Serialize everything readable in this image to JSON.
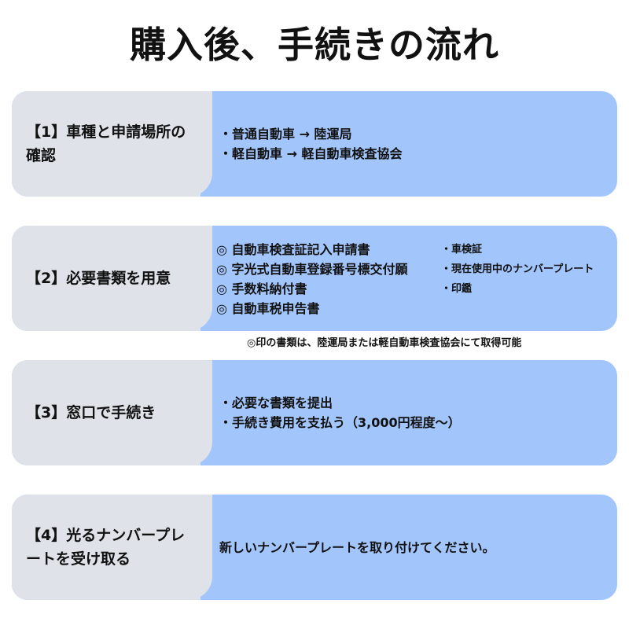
{
  "title": "購入後、手続きの流れ",
  "steps": [
    {
      "label": "【1】車種と申請場所の確認",
      "items": [
        "・普通自動車 → 陸運局",
        "・軽自動車 → 軽自動車検査協会"
      ]
    },
    {
      "label": "【2】必要書類を用意",
      "documents": [
        "◎ 自動車検査証記入申請書",
        "◎ 字光式自動車登録番号標交付願",
        "◎ 手数料納付書",
        "◎ 自動車税申告書"
      ],
      "items_right": [
        "・車検証",
        "・現在使用中のナンバープレート",
        "・印鑑"
      ]
    },
    {
      "label": "【3】窓口で手続き",
      "items": [
        "・必要な書類を提出",
        "・手続き費用を支払う（3,000円程度～）"
      ]
    },
    {
      "label": "【4】光るナンバープレートを受け取る",
      "items": [
        "新しいナンバープレートを取り付けてください。"
      ]
    }
  ],
  "note": "◎印の書類は、陸運局または軽自動車検査協会にて取得可能"
}
